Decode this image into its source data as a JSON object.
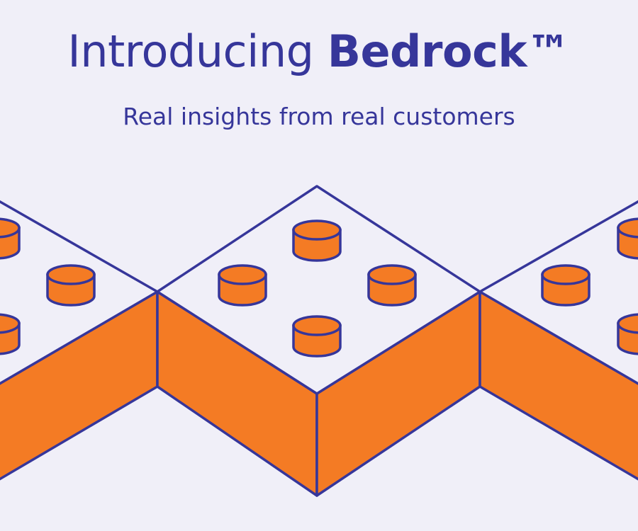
{
  "headline": {
    "lead": "Introducing",
    "brand": "Bedrock™"
  },
  "tagline": "Real insights from real customers",
  "colors": {
    "background": "#f0eff8",
    "ink": "#36369a",
    "brick": "#f47b24"
  },
  "illustration": "three interlocking building bricks with studs"
}
